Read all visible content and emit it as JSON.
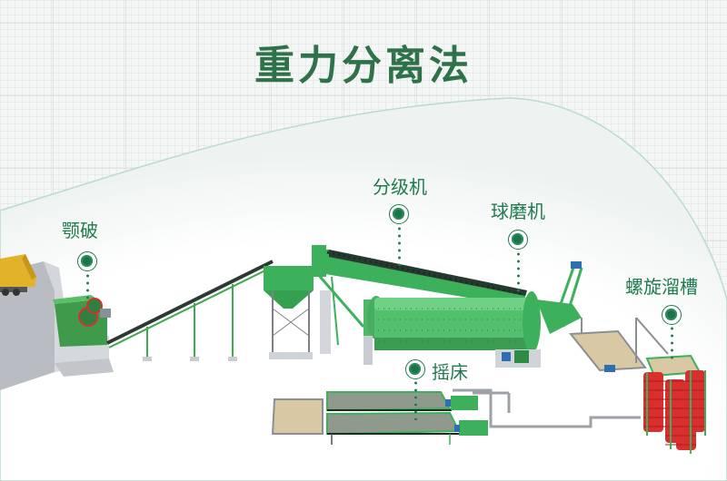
{
  "title": "重力分离法",
  "colors": {
    "title": "#2f7148",
    "label": "#1f7a4d",
    "equipment_green": "#3cb05a",
    "spiral_red": "#d9302f",
    "truck_yellow": "#e2b32a",
    "concrete_gray": "#c9ccd0",
    "arc_stroke": "#b9dccb"
  },
  "stages": [
    {
      "id": "jaw-crusher",
      "label": "颚破"
    },
    {
      "id": "classifier",
      "label": "分级机"
    },
    {
      "id": "ball-mill",
      "label": "球磨机"
    },
    {
      "id": "spiral-chute",
      "label": "螺旋溜槽"
    },
    {
      "id": "shaking-table",
      "label": "摇床"
    }
  ]
}
